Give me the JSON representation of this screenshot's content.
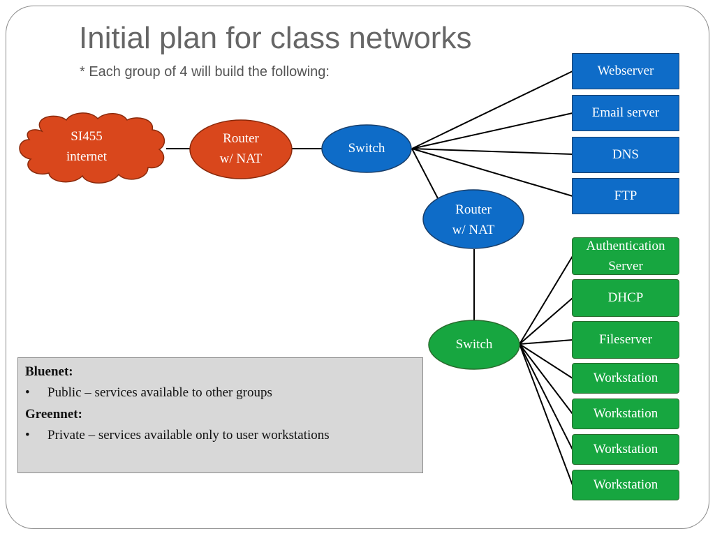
{
  "slide": {
    "title": "Initial plan for class networks",
    "subtitle": "* Each group of 4 will build the following:"
  },
  "colors": {
    "cloud": "#d9471c",
    "router_top": "#d9471c",
    "switch_top": "#0e6cc8",
    "router_mid": "#0e6cc8",
    "switch_bottom": "#17a640",
    "blue_box": "#0e6cc8",
    "green_box": "#17a640",
    "legend_bg": "#d8d8d8"
  },
  "nodes": {
    "cloud": {
      "line1": "SI455",
      "line2": "internet"
    },
    "router_top": {
      "line1": "Router",
      "line2": "w/ NAT"
    },
    "switch_top": {
      "label": "Switch"
    },
    "router_mid": {
      "line1": "Router",
      "line2": "w/ NAT"
    },
    "switch_bottom": {
      "label": "Switch"
    }
  },
  "bluenet_servers": [
    "Webserver",
    "Email server",
    "DNS",
    "FTP"
  ],
  "greennet_servers": [
    "Authentication Server",
    "DHCP",
    "Fileserver",
    "Workstation",
    "Workstation",
    "Workstation",
    "Workstation"
  ],
  "legend": {
    "bluenet_heading": "Bluenet:",
    "bluenet_bullet": "Public – services available to other groups",
    "greennet_heading": "Greennet:",
    "greennet_bullet": "Private – services available only to user workstations",
    "bullet_char": "•"
  }
}
